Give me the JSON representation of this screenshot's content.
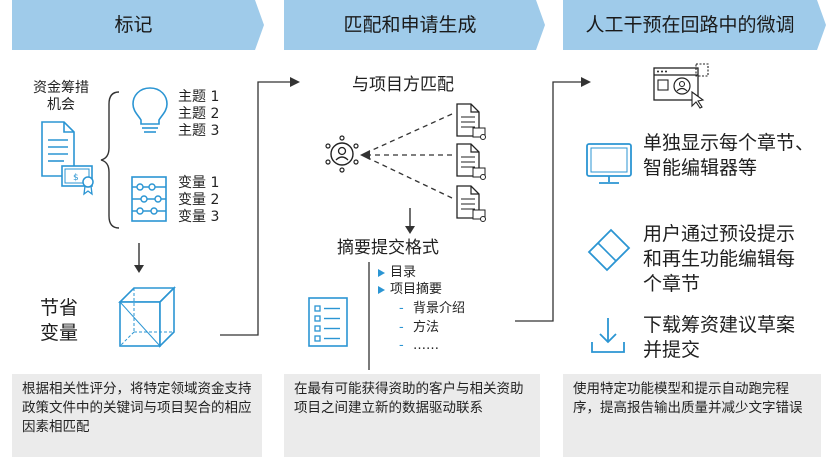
{
  "header": {
    "step1": "标记",
    "step2": "匹配和申请生成",
    "step3": "人工干预在回路中的微调",
    "colors": {
      "chevron": "#9fcbea",
      "accent": "#2b95d3",
      "panel": "#ebebeb",
      "line": "#333333"
    }
  },
  "column1": {
    "source_label_line1": "资金筹措",
    "source_label_line2": "机会",
    "themes": [
      "主题 1",
      "主题 2",
      "主题 3"
    ],
    "variables": [
      "变量 1",
      "变量 2",
      "变量 3"
    ],
    "save_line1": "节省",
    "save_line2": "变量",
    "description": "根据相关性评分，将特定领域资金支持政策文件中的关键词与项目契合的相应因素相匹配"
  },
  "column2": {
    "match_title": "与项目方匹配",
    "format_title": "摘要提交格式",
    "outline": {
      "item1": "目录",
      "item2": "项目摘要",
      "sub1": "背景介绍",
      "sub2": "方法",
      "sub3": "……"
    },
    "description": "在最有可能获得资助的客户与相关资助项目之间建立新的数据驱动联系"
  },
  "column3": {
    "item1_line1": "单独显示每个章节、",
    "item1_line2": "智能编辑器等",
    "item2_line1": "用户通过预设提示",
    "item2_line2": "和再生功能编辑每",
    "item2_line3": "个章节",
    "item3_line1": "下载筹资建议草案",
    "item3_line2": "并提交",
    "description": "使用特定功能模型和提示自动跑完程序，提高报告输出质量并减少文字错误"
  }
}
